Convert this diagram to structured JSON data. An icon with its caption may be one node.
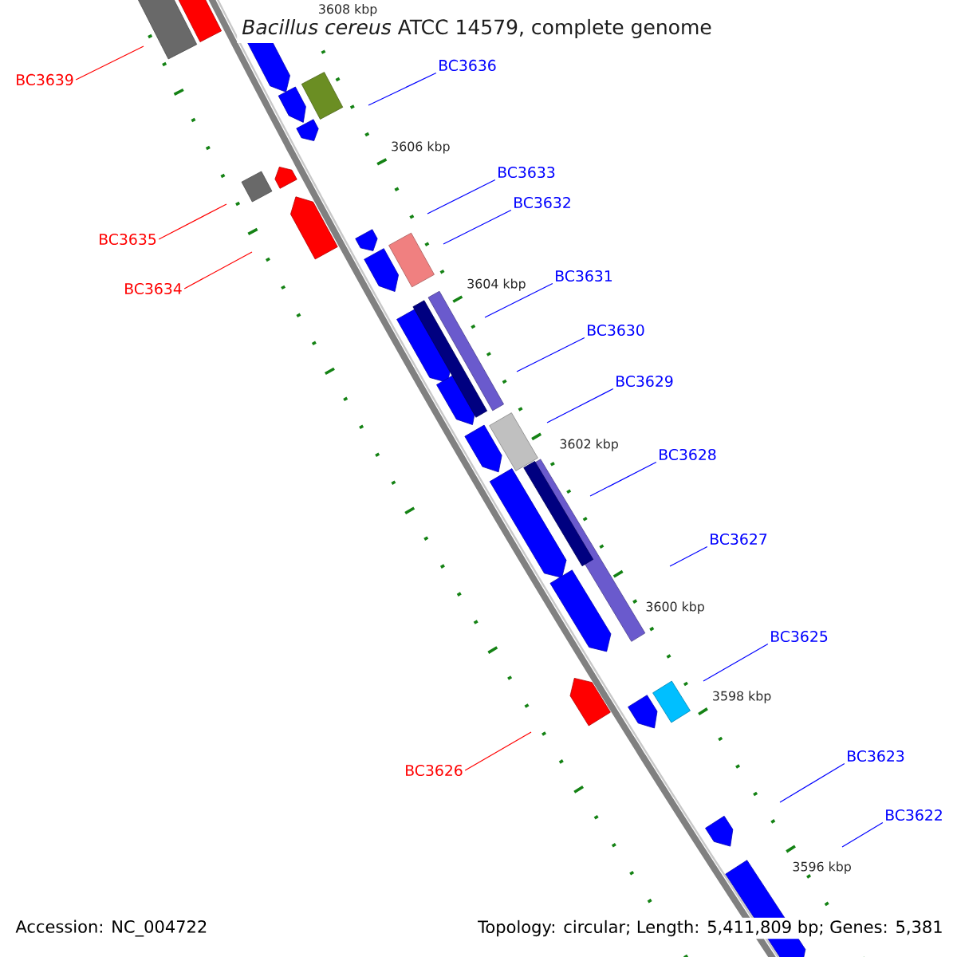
{
  "diagram": {
    "title": "*Bacillus cereus* ATCC 14579, complete genome",
    "nodes": [
      {
        "text": [
          "BC3639"
        ]
      },
      {
        "text": [
          "BC3636"
        ]
      },
      {
        "text": [
          "BC3633"
        ]
      },
      {
        "text": [
          "BC3635"
        ]
      },
      {
        "text": [
          "BC3632"
        ]
      },
      {
        "text": [
          "BC3634"
        ]
      },
      {
        "text": [
          "BC3631"
        ]
      },
      {
        "text": [
          "BC3630"
        ]
      },
      {
        "text": [
          "BC3629"
        ]
      },
      {
        "text": [
          "BC3628"
        ]
      },
      {
        "text": [
          "BC3627"
        ]
      },
      {
        "text": [
          "BC3625"
        ]
      },
      {
        "text": [
          "BC3626"
        ]
      },
      {
        "text": [
          "BC3623"
        ]
      },
      {
        "text": [
          "BC3622"
        ]
      }
    ],
    "edges": [
      {
        "from": 0,
        "to": null,
        "arrow": "none",
        "color": "#ff0000"
      },
      {
        "from": 1,
        "to": null,
        "arrow": "none"
      },
      {
        "from": 2,
        "to": null,
        "arrow": "none"
      },
      {
        "from": 3,
        "to": null,
        "arrow": "none",
        "color": "#ff0000"
      },
      {
        "from": 4,
        "to": null,
        "arrow": "none"
      },
      {
        "from": 5,
        "to": null,
        "arrow": "none",
        "color": "#ff0000"
      },
      {
        "from": 6,
        "to": null,
        "arrow": "none"
      },
      {
        "from": 7,
        "to": null,
        "arrow": "none"
      },
      {
        "from": 8,
        "to": null,
        "arrow": "none"
      },
      {
        "from": 9,
        "to": null,
        "arrow": "none"
      },
      {
        "from": 10,
        "to": null,
        "arrow": "none"
      },
      {
        "from": 11,
        "to": null,
        "arrow": "none"
      },
      {
        "from": 12,
        "to": null,
        "arrow": "none",
        "color": "#ff0000"
      },
      {
        "from": 13,
        "to": null,
        "arrow": "none"
      },
      {
        "from": 14,
        "to": null,
        "arrow": "none"
      }
    ],
    "labels": [
      "3608 kbp",
      "3606 kbp",
      "3604 kbp",
      "3602 kbp",
      "3600 kbp",
      "3598 kbp",
      "3596 kbp",
      "Accession: NC_004722",
      "Topology: circular; Length: 5,411,809 bp; Genes: 5,381"
    ]
  }
}
